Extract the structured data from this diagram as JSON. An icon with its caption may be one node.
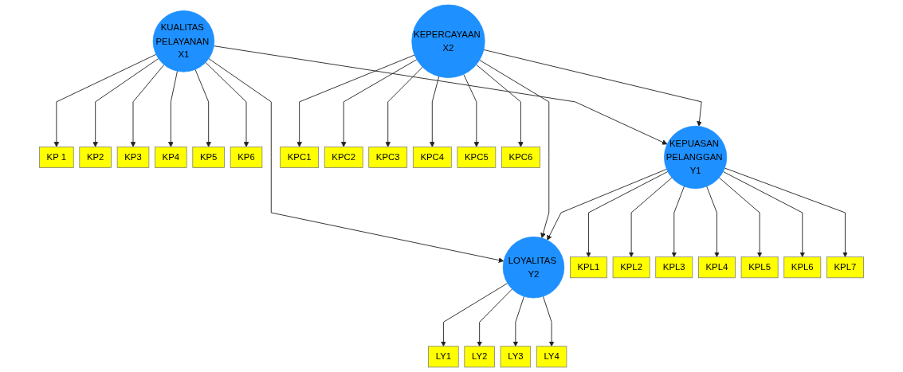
{
  "diagram": {
    "nodes": [
      {
        "text": [
          "KP 1"
        ]
      },
      {
        "text": [
          "KP2"
        ]
      },
      {
        "text": [
          "KP3"
        ]
      },
      {
        "text": [
          "KP4"
        ]
      },
      {
        "text": [
          "KP5"
        ]
      },
      {
        "text": [
          "KP6"
        ]
      },
      {
        "text": [
          "KUALITAS PELAYANAN X1"
        ]
      },
      {
        "text": [
          "KPC1"
        ]
      },
      {
        "text": [
          "KPC2"
        ]
      },
      {
        "text": [
          "KPC3"
        ]
      },
      {
        "text": [
          "KPC4"
        ]
      },
      {
        "text": [
          "KPC5"
        ]
      },
      {
        "text": [
          "KPC6"
        ]
      },
      {
        "text": [
          "KEPERCAYAAN X2"
        ]
      },
      {
        "text": [
          "KEPUASAN PELANGGAN Y1"
        ]
      },
      {
        "text": [
          "KPL1"
        ]
      },
      {
        "text": [
          "KPL2"
        ]
      },
      {
        "text": [
          "KPL3"
        ]
      },
      {
        "text": [
          "KPL4"
        ]
      },
      {
        "text": [
          "KPL5"
        ]
      },
      {
        "text": [
          "KPL6"
        ]
      },
      {
        "text": [
          "KPL7"
        ]
      },
      {
        "text": [
          "LOYALITAS Y2"
        ]
      },
      {
        "text": [
          "LY1"
        ]
      },
      {
        "text": [
          "LY2"
        ]
      },
      {
        "text": [
          "LY3"
        ]
      },
      {
        "text": [
          "LY4"
        ]
      }
    ],
    "edges": [
      {
        "from": 6,
        "to": 0,
        "arrow": "to"
      },
      {
        "from": 6,
        "to": 1,
        "arrow": "to"
      },
      {
        "from": 6,
        "to": 2,
        "arrow": "to"
      },
      {
        "from": 6,
        "to": 3,
        "arrow": "to"
      },
      {
        "from": 6,
        "to": 4,
        "arrow": "to"
      },
      {
        "from": 6,
        "to": 5,
        "arrow": "to"
      },
      {
        "from": 13,
        "to": 7,
        "arrow": "to"
      },
      {
        "from": 13,
        "to": 8,
        "arrow": "to"
      },
      {
        "from": 13,
        "to": 9,
        "arrow": "to"
      },
      {
        "from": 13,
        "to": 10,
        "arrow": "to"
      },
      {
        "from": 13,
        "to": 11,
        "arrow": "to"
      },
      {
        "from": 13,
        "to": 12,
        "arrow": "to"
      },
      {
        "from": 6,
        "to": 14,
        "arrow": "to"
      },
      {
        "from": 6,
        "to": 22,
        "arrow": "to"
      },
      {
        "from": 13,
        "to": 14,
        "arrow": "to"
      },
      {
        "from": 13,
        "to": 22,
        "arrow": "to"
      },
      {
        "from": 14,
        "to": 15,
        "arrow": "to"
      },
      {
        "from": 14,
        "to": 16,
        "arrow": "to"
      },
      {
        "from": 14,
        "to": 17,
        "arrow": "to"
      },
      {
        "from": 14,
        "to": 18,
        "arrow": "to"
      },
      {
        "from": 14,
        "to": 19,
        "arrow": "to"
      },
      {
        "from": 14,
        "to": 20,
        "arrow": "to"
      },
      {
        "from": 14,
        "to": 21,
        "arrow": "to"
      },
      {
        "from": 14,
        "to": 22,
        "arrow": "to"
      },
      {
        "from": 22,
        "to": 23,
        "arrow": "to"
      },
      {
        "from": 22,
        "to": 24,
        "arrow": "to"
      },
      {
        "from": 22,
        "to": 25,
        "arrow": "to"
      },
      {
        "from": 22,
        "to": 26,
        "arrow": "to"
      }
    ]
  }
}
